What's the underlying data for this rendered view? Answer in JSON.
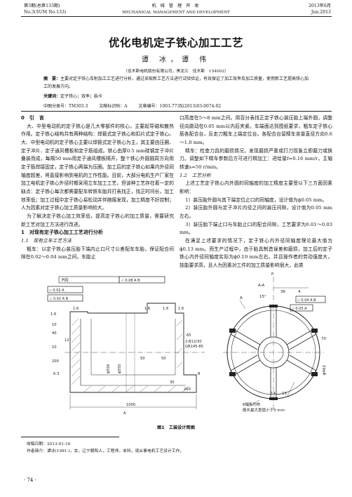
{
  "header": {
    "issue_cn": "第3期(总第133期)",
    "issue_en": "No.3(SUM No.133)",
    "journal_cn": "机 械 管 理 开 发",
    "journal_en": "MECHANICAL   MANAGEMENT   AND   DEVELOPMENT",
    "date_cn": "2013年6月",
    "date_en": "Jun.2013"
  },
  "article": {
    "title": "优化电机定子铁心加工工艺",
    "authors": "谭 冰，谭 伟",
    "affiliation": "（佳木斯电机股份有限公司，黑龙江　佳木斯　154002）",
    "abstract_label": "摘　要：",
    "abstract_text": "主要对定子铁心车削加工工艺进行分析，通过采取新工艺方法进行试验验证，有效保证了加工效率及加工质量，使用新工艺提高铁心加工的发展方向。",
    "keywords_label": "关键词：",
    "keywords_text": "定子铁心；效率；胎卡",
    "clc": "中图分类号：TM303.3",
    "doc_code": "文献标识码：A",
    "article_no": "文章编号：1003-773X(2013)03-0074-02"
  },
  "body_left": [
    {
      "type": "h1",
      "text": "0　引　言"
    },
    {
      "type": "p",
      "text": "大、中型电动机的定子铁心是几大零部件的核心，主要起导磁和散热作用。定子铁心结构共有两种结构：焊箍式定子铁心和扣片式定子铁心。大、中型电动机的定子铁心主要以焊箍式定子铁心为主，其主要由压圈、定子冲片、定子通风槽板和定子筋组成。铁心由厚0.5 mm硅钢定子冲片叠装而成，每隔50 mm用定子通风槽板隔开，整个铁心外圆圆周方向用定子筋焊接固定，定子铁心两端为压圈。加工后的定子铁心如果内外径同轴度超差，将直接影响到电机的工作性能。目前，大部分电机生产厂家在加工电机定子铁心外径时都采用立车加工工艺，但该种工艺存在着一定的缺点：定子铁心每次都需要配车转铁车胎并打表找正，找正时间长，加工效率低；加工过程中定子铁心易松动并伴随振发现，加工精度不好控制；人为因素对定子铁心加工质量影响较大。"
    },
    {
      "type": "p",
      "text": "为了解决定子铁心加工效率低，提高定子铁心的加工质量，需要研究新工艺对加工方法进行改进。"
    },
    {
      "type": "h1",
      "text": "1　对现有定子铁心加工工艺进行分析"
    },
    {
      "type": "h2",
      "text": "1.1　现有立车工艺方法"
    },
    {
      "type": "p",
      "text": "粗车：以定子铁心装压胎下端内止口尺寸公差配车车胎，保证配合间隙在0.02～0.04 mm之间，车胎止"
    }
  ],
  "body_right": [
    {
      "type": "p0",
      "text": "口高度在5～8 mm之间。用百分表找正定子铁心装压胎上端外圆，调整径向跳动在0.05 mm以内后夹紧。车端面达到图纸要求，粗车定子铁心筋各配合台，反走刀粗车上端定位台。各配合台留精车余量直径方向0.6～1.0 mm。"
    },
    {
      "type": "p",
      "text": "精车：检查刀具的磨损情况，发现磨损严重或打刀现象立即磨刀或换刀。调整如下精车参数后方可进行精加工：进给量f=0.16 mm/r，主轴转速s=50 r/min。"
    },
    {
      "type": "h2",
      "text": "1.2　工艺分析"
    },
    {
      "type": "p",
      "text": "上述工艺定子铁心内外圆的同轴度的加工精度主要受以下三方面因素影响："
    },
    {
      "type": "p",
      "text": "1）装压胎外圆与其下端定位止口的同轴度，设计值为ϕ0.05 mm。"
    },
    {
      "type": "p",
      "text": "2）装压胎外圆与定子冲片内径之间的装压间隙，设计值为0.05 mm左右。"
    },
    {
      "type": "p",
      "text": "3）装压胎下端止口与车胎止口的配合间隙，工艺要求为0.01～0.03 mm。"
    },
    {
      "type": "p",
      "text": "在满足上述要求的情况下，定子铁心内外径同轴度理论最大值为ϕ0.13 mm。而生产过程中，由于胎具制造误差和磨损，加工后的定子铁心内外径同轴度实际为ϕ0.19 mm左右。并且操作者的劳动强度大，技能要求高，且人为因素对工件的加工质量影响很大，此类"
    }
  ],
  "figure": {
    "caption": "图1　工装设计简图",
    "labels": {
      "p_view": "P向",
      "section": "A-A",
      "view_a": "A",
      "p": "P",
      "flat_a": "⏥ 0.02 A",
      "perp_b": "⊥ 0.02 A B",
      "flat_b": "⏥ 0.08 A B",
      "flat_c": "⏥ 0.04 A B",
      "flat_d": "⏥ 0.03 A",
      "r16a": "1.6",
      "r16b": "1.6",
      "r16c": "1.6",
      "r16d": "1.6",
      "r16e": "1.6",
      "d10a": "10",
      "d40": "40",
      "d12": "12",
      "d10b": "10",
      "d200": "200",
      "d63": "6.3",
      "d556": "ϕ556",
      "d550": "ϕ550",
      "d50a": "50",
      "d50b": "50",
      "d30": "30",
      "d260": "260",
      "d1000": "1000",
      "d65": "65",
      "d2b": "2-B12/30",
      "d2gb": "GB145-85",
      "b": "B",
      "a_bottom": "A",
      "ang15": "15°",
      "d36": "36",
      "d4": "4",
      "d70": "70",
      "d462": "ϕ462",
      "n14": "14",
      "n15": "15",
      "note1": "6幅板均布",
      "note2": "筋长最大差值小于3 mm"
    }
  },
  "footer": {
    "received": "收稿日期：2013-01-16",
    "author_bio": "作者简介：谭冰(1981-)，女，辽宁朝阳人，工程师，本科，现从事电机工艺设计工作。",
    "page": "· 74 ·"
  }
}
